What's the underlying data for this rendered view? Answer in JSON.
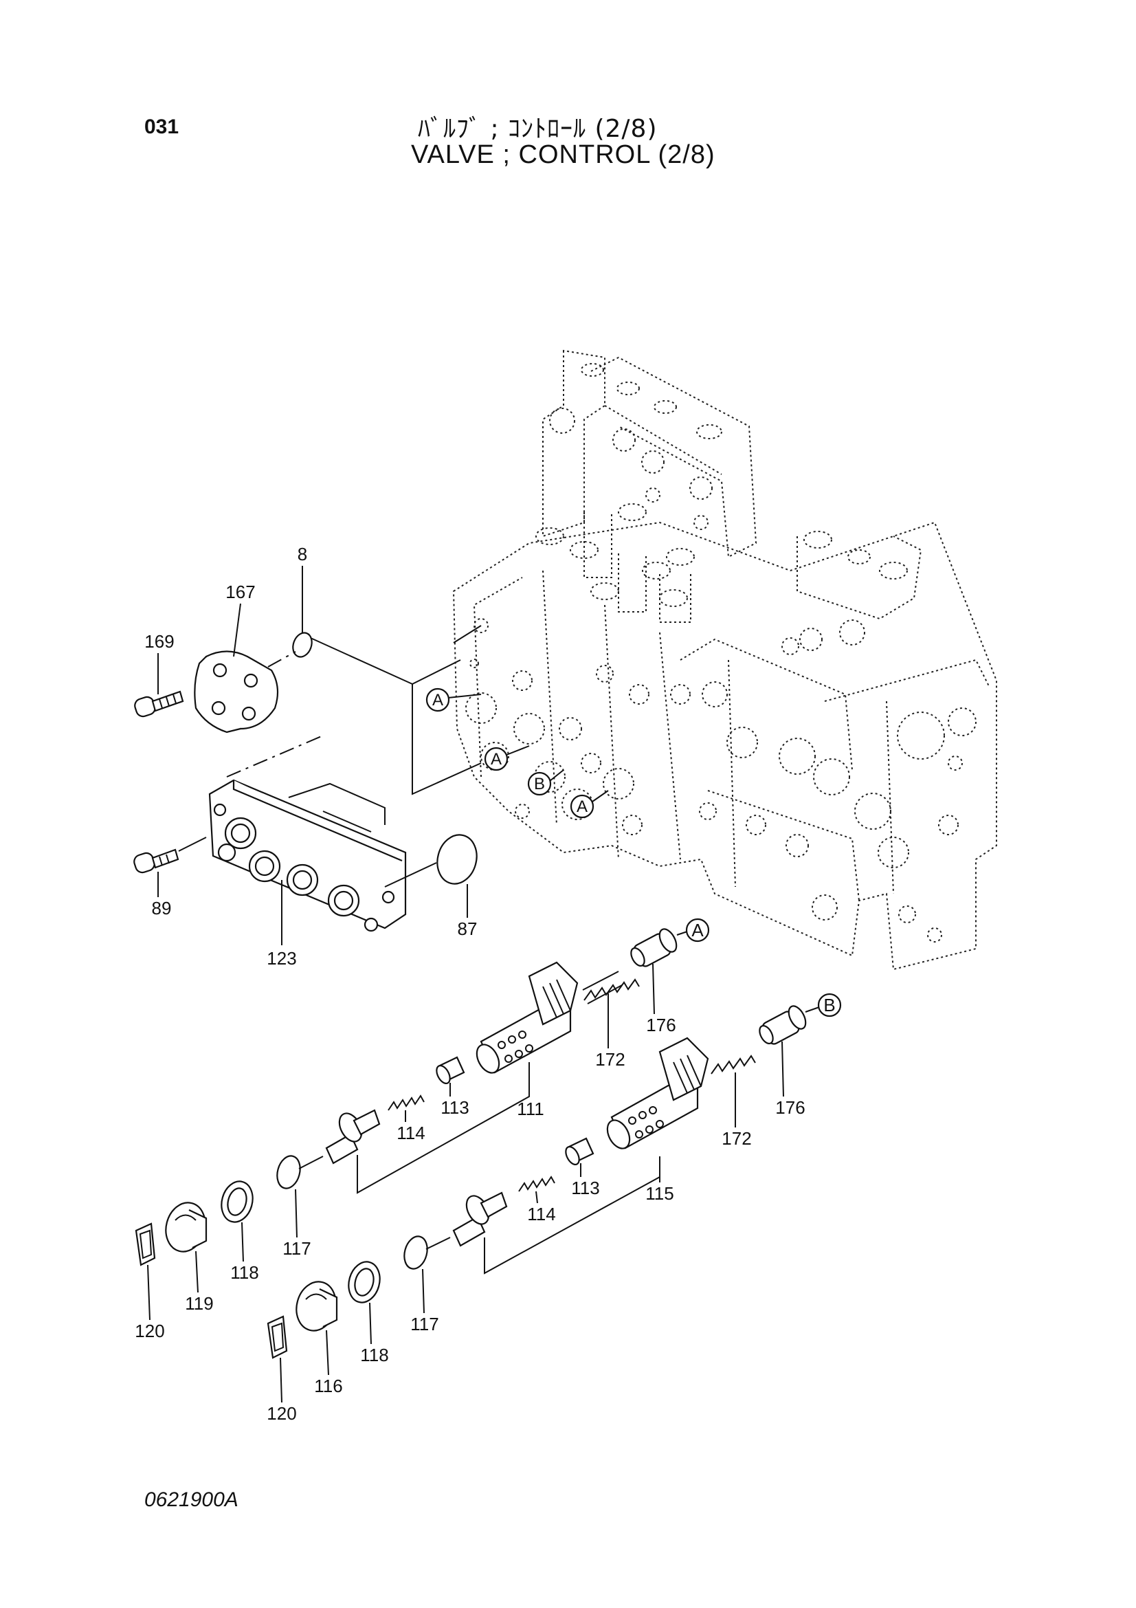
{
  "header": {
    "page_number": "031",
    "title_jp": "ﾊﾞﾙﾌﾞ ; ｺﾝﾄﾛｰﾙ (2/8)",
    "title_en": "VALVE ; CONTROL (2/8)"
  },
  "footer": {
    "drawing_code": "0621900A"
  },
  "part_labels": {
    "p8": "8",
    "p167": "167",
    "p169": "169",
    "p89": "89",
    "p123": "123",
    "p87": "87",
    "p176a": "176",
    "p172a": "172",
    "p111": "111",
    "p113a": "113",
    "p114a": "114",
    "p117a": "117",
    "p118a": "118",
    "p119": "119",
    "p120a": "120",
    "p176b": "176",
    "p172b": "172",
    "p115": "115",
    "p113b": "113",
    "p114b": "114",
    "p117b": "117",
    "p118b": "118",
    "p116": "116",
    "p120b": "120"
  },
  "callouts": {
    "body_a1": "A",
    "body_a2": "A",
    "body_b": "B",
    "body_a3": "A",
    "spool_a": "A",
    "spool_b": "B"
  }
}
